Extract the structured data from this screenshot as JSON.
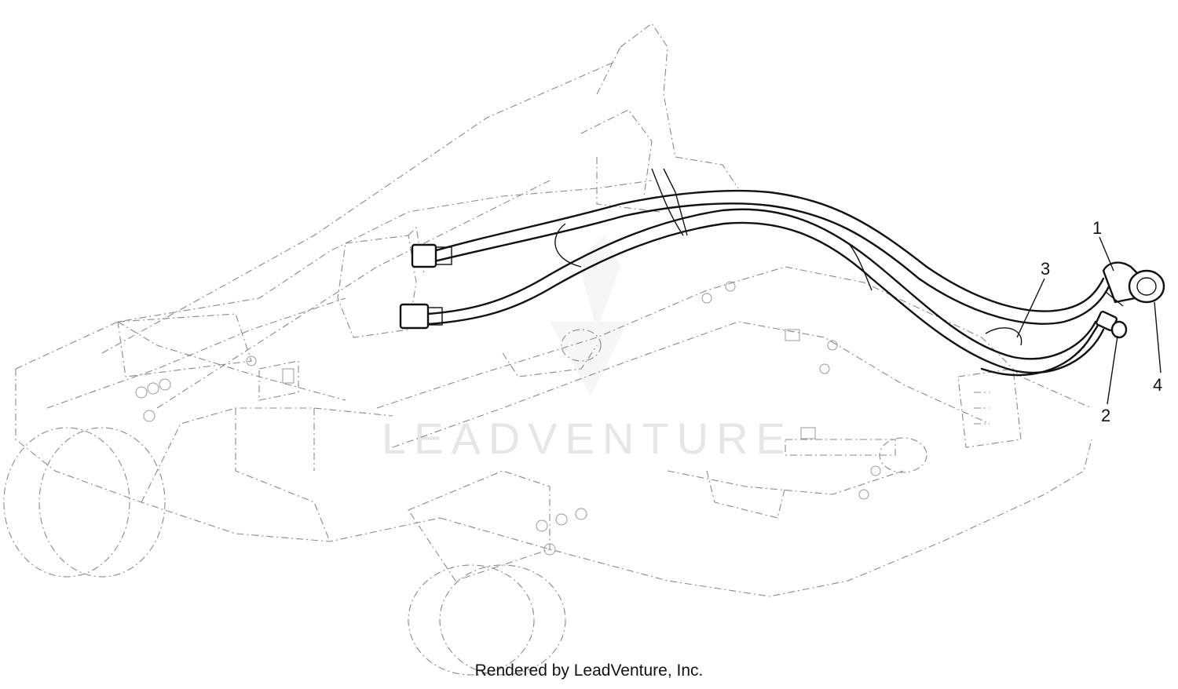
{
  "watermark": {
    "text": "LEADVENTURE"
  },
  "callouts": [
    {
      "id": "1",
      "label": "1"
    },
    {
      "id": "2",
      "label": "2"
    },
    {
      "id": "3",
      "label": "3"
    },
    {
      "id": "4",
      "label": "4"
    }
  ],
  "footer": {
    "credit": "Rendered by LeadVenture, Inc."
  },
  "colors": {
    "line": "#111111",
    "ghost": "#8a8a8a",
    "watermark": "#e6e6e6",
    "background": "#ffffff"
  }
}
